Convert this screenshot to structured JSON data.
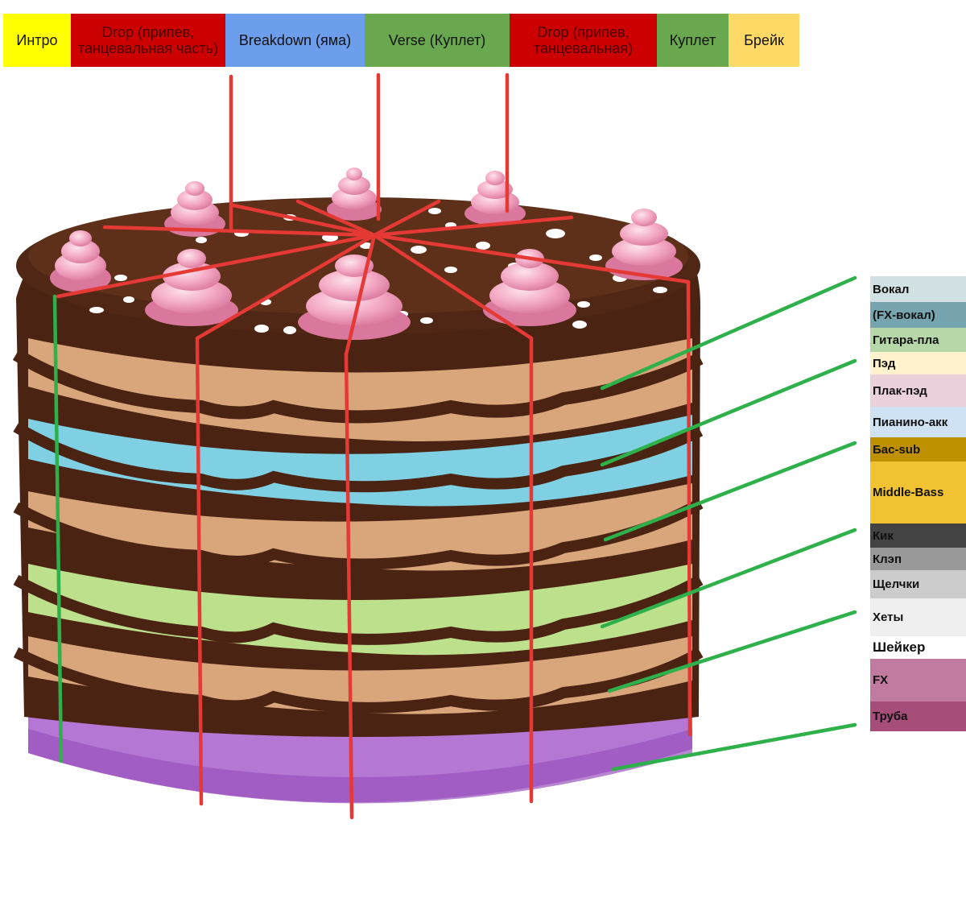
{
  "sections": [
    {
      "label": "Интро",
      "color": "#ffff00",
      "text_color": "#111111"
    },
    {
      "label": "Drop (припев, танцевальная часть)",
      "color": "#cc0000",
      "text_color": "#4a0000"
    },
    {
      "label": "Breakdown (яма)",
      "color": "#6d9eeb",
      "text_color": "#111111"
    },
    {
      "label": "Verse (Куплет)",
      "color": "#6aa84f",
      "text_color": "#111111"
    },
    {
      "label": "Drop (припев, танцевальная)",
      "color": "#cc0000",
      "text_color": "#4a0000"
    },
    {
      "label": "Куплет",
      "color": "#6aa84f",
      "text_color": "#111111"
    },
    {
      "label": "Брейк",
      "color": "#ffd966",
      "text_color": "#111111"
    }
  ],
  "legend": [
    {
      "label": "Вокал",
      "color": "#d0e0e3"
    },
    {
      "label": "(FX-вокал)",
      "color": "#76a5af"
    },
    {
      "label": "Гитара-пла",
      "color": "#b6d7a8"
    },
    {
      "label": "Пэд",
      "color": "#fff2cc"
    },
    {
      "label": "Плак-пэд",
      "color": "#ead1dc"
    },
    {
      "label": "Пианино-акк",
      "color": "#cfe2f3"
    },
    {
      "label": "Бас-sub",
      "color": "#bf9000"
    },
    {
      "label": "Middle-Bass",
      "color": "#f1c232"
    },
    {
      "label": "Кик",
      "color": "#434343"
    },
    {
      "label": "Клэп",
      "color": "#999999"
    },
    {
      "label": "Щелчки",
      "color": "#cccccc"
    },
    {
      "label": "Хеты",
      "color": "#efefef"
    },
    {
      "label": "Шейкер",
      "color": "#ffffff"
    },
    {
      "label": "FX",
      "color": "#c27ba0"
    },
    {
      "label": "Труба",
      "color": "#a64d79"
    }
  ]
}
